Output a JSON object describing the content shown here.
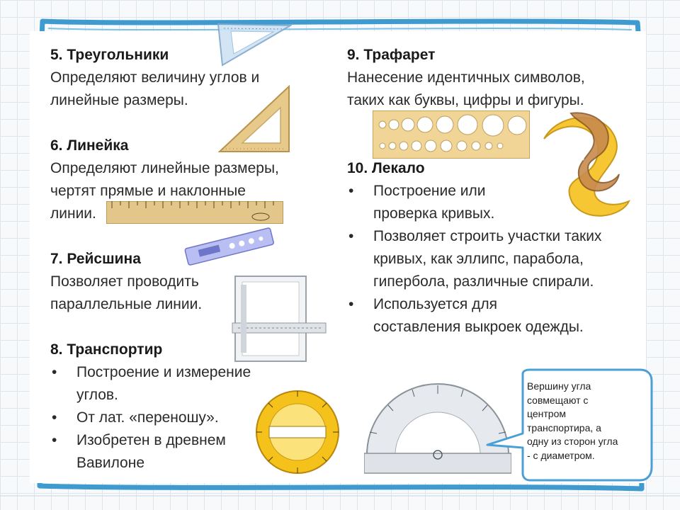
{
  "sections": {
    "s5": {
      "heading": "5. Треугольники",
      "lines": [
        "Определяют величину углов и",
        "линейные размеры."
      ]
    },
    "s6": {
      "heading": "6. Линейка",
      "lines": [
        "Определяют линейные размеры,",
        "чертят прямые и наклонные",
        "линии."
      ]
    },
    "s7": {
      "heading": "7. Рейсшина",
      "lines": [
        "Позволяет проводить",
        "параллельные линии."
      ]
    },
    "s8": {
      "heading": "8. Транспортир",
      "bullets": [
        [
          "Построение и измерение",
          "углов."
        ],
        [
          "От лат. «переношу»."
        ],
        [
          "Изобретен в древнем",
          "Вавилоне"
        ]
      ]
    },
    "s9": {
      "heading": "9. Трафарет",
      "lines": [
        "Нанесение идентичных символов,",
        "таких как буквы, цифры и фигуры."
      ]
    },
    "s10": {
      "heading": "10. Лекало",
      "bullets": [
        [
          "Построение или",
          "проверка кривых."
        ],
        [
          "Позволяет строить участки таких",
          "кривых, как эллипс, парабола,",
          "гипербола, различные спирали."
        ],
        [
          "Используется для",
          "составления выкроек одежды."
        ]
      ]
    }
  },
  "callout": {
    "lines": [
      "Вершину угла",
      "совмещают с",
      "центром",
      "транспортира, а",
      "одну из сторон угла",
      "- с диаметром."
    ]
  },
  "pictures": {
    "triangle_blue": "set-square-image",
    "triangle_wood": "wooden-triangle-image",
    "ruler": "wooden-ruler-image",
    "ruler_blue": "plastic-ruler-image",
    "drafting_board": "drafting-board-image",
    "protractor_round": "round-protractor-image",
    "protractor_half": "half-protractor-image",
    "stencil": "circle-stencil-image",
    "curves": "french-curves-image"
  },
  "colors": {
    "frame": "#3f9ad0",
    "card": "#ffffff",
    "wood": "#e7c98a",
    "plastic_yellow": "#f4c21b"
  }
}
